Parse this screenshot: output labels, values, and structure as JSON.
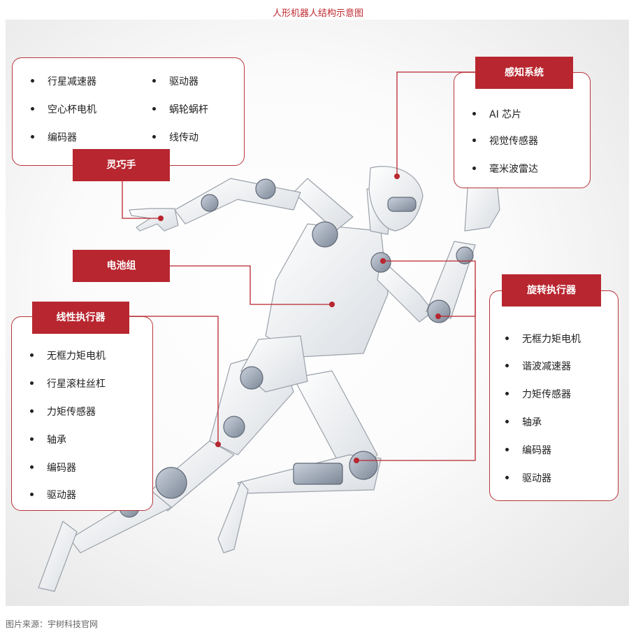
{
  "title": "人形机器人结构示意图",
  "source": "图片来源：宇树科技官网",
  "colors": {
    "accent": "#b8262f",
    "title": "#c0282f"
  },
  "groups": {
    "dexterous_hand": {
      "label": "灵巧手",
      "items": [
        "行星减速器",
        "驱动器",
        "空心杯电机",
        "蜗轮蜗杆",
        "编码器",
        "线传动"
      ]
    },
    "perception": {
      "label": "感知系统",
      "items": [
        "AI 芯片",
        "视觉传感器",
        "毫米波雷达"
      ]
    },
    "battery": {
      "label": "电池组"
    },
    "linear_actuator": {
      "label": "线性执行器",
      "items": [
        "无框力矩电机",
        "行星滚柱丝杠",
        "力矩传感器",
        "轴承",
        "编码器",
        "驱动器"
      ]
    },
    "rotary_actuator": {
      "label": "旋转执行器",
      "items": [
        "无框力矩电机",
        "谐波减速器",
        "力矩传感器",
        "轴承",
        "编码器",
        "驱动器"
      ]
    }
  }
}
